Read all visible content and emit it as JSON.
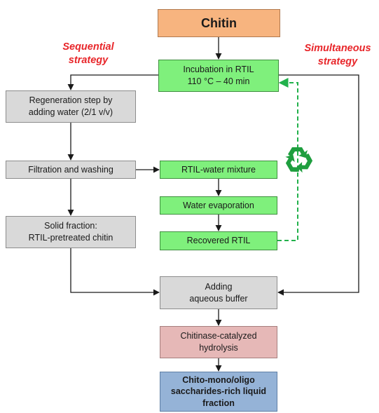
{
  "diagram": {
    "start": "Chitin",
    "incubation": "Incubation in RTIL\n110 °C – 40 min",
    "regeneration": "Regeneration step by\nadding water (2/1 v/v)",
    "filtration": "Filtration and washing",
    "rtil_water_mixture": "RTIL-water mixture",
    "water_evaporation": "Water evaporation",
    "recovered_rtil": "Recovered RTIL",
    "solid_fraction": "Solid fraction:\nRTIL-pretreated chitin",
    "adding_buffer": "Adding\naqueous buffer",
    "hydrolysis": "Chitinase-catalyzed\nhydrolysis",
    "product": "Chito-mono/oligo\nsaccharides-rich liquid\nfraction"
  },
  "strategies": {
    "sequential": "Sequential\nstrategy",
    "simultaneous": "Simultaneous\nstrategy"
  },
  "icons": {
    "recycle": "recycle-icon"
  },
  "colors": {
    "start_box": "#f7b47f",
    "rtil_boxes": "#7ff07c",
    "process_boxes": "#d9d9d9",
    "hydrolysis_box": "#e6b8b7",
    "product_box": "#95b3d7",
    "strategy_text": "#e8262a",
    "recycle_arrow": "#22b14c",
    "recycle_icon": "#1e9e3e"
  }
}
